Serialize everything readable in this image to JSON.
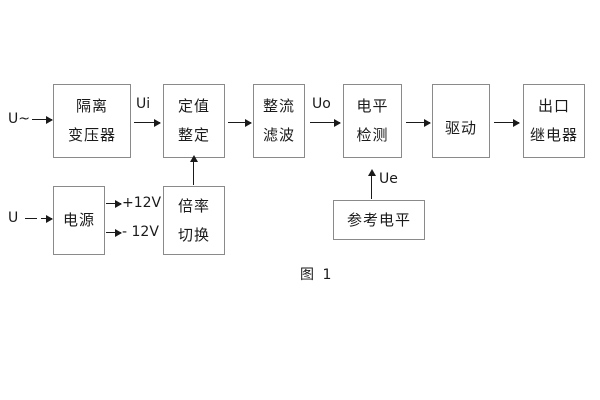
{
  "figure": {
    "caption": "图 1",
    "border_color": "#8a8a8a",
    "line_color": "#1a1a1a",
    "background": "#ffffff"
  },
  "signal_chain": {
    "blocks": [
      {
        "id": "isolation-transformer",
        "line1": "隔离",
        "line2": "变压器"
      },
      {
        "id": "setting-value",
        "line1": "定值",
        "line2": "整定"
      },
      {
        "id": "rectify-filter",
        "line1": "整流",
        "line2": "滤波"
      },
      {
        "id": "level-detection",
        "line1": "电平",
        "line2": "检测"
      },
      {
        "id": "drive",
        "line1": "驱动",
        "line2": ""
      },
      {
        "id": "output-relay",
        "line1": "出口",
        "line2": "继电器"
      }
    ]
  },
  "power_chain": {
    "blocks": [
      {
        "id": "power-supply",
        "line1": "电源",
        "line2": ""
      },
      {
        "id": "multiplier-switch",
        "line1": "倍率",
        "line2": "切换"
      }
    ],
    "rails": [
      {
        "id": "rail-positive",
        "label": "+12V"
      },
      {
        "id": "rail-negative",
        "label": "- 12V"
      }
    ]
  },
  "reference": {
    "block": {
      "id": "reference-level",
      "line1": "参考电平",
      "line2": ""
    }
  },
  "signals": {
    "input_ac": "U~",
    "input_dc": "U",
    "ui": "Ui",
    "uo": "Uo",
    "ue": "Ue"
  }
}
